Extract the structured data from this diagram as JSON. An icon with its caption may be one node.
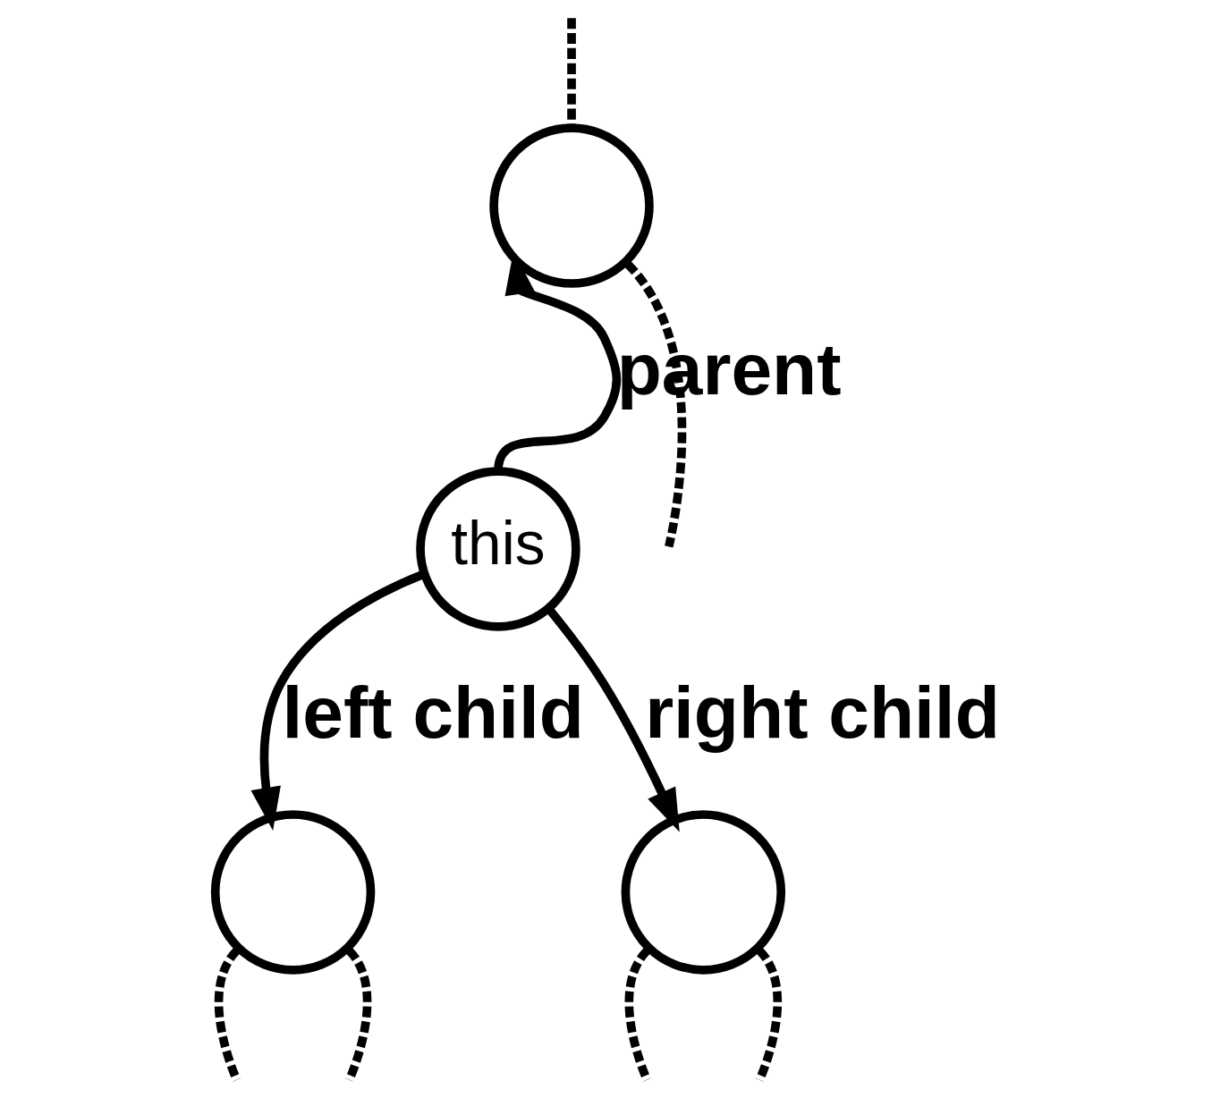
{
  "diagram": {
    "nodes": [
      {
        "text": [],
        "shape": "circle"
      },
      {
        "text": [
          "this"
        ]
      },
      {
        "text": [],
        "shape": "circle"
      },
      {
        "text": [],
        "shape": "circle"
      }
    ],
    "edges": [
      {
        "from": null,
        "to": 0,
        "arrow": "none",
        "style": "dashed"
      },
      {
        "from": 0,
        "to": null,
        "arrow": "none",
        "style": "dashed"
      },
      {
        "from": 1,
        "to": 0,
        "arrow": "to",
        "label": "parent"
      },
      {
        "from": 1,
        "to": 2,
        "arrow": "to",
        "label": "left child"
      },
      {
        "from": 1,
        "to": 3,
        "arrow": "to",
        "label": "right child"
      },
      {
        "from": 2,
        "to": null,
        "arrow": "none",
        "style": "dashed"
      },
      {
        "from": 2,
        "to": null,
        "arrow": "none",
        "style": "dashed"
      },
      {
        "from": 3,
        "to": null,
        "arrow": "none",
        "style": "dashed"
      },
      {
        "from": 3,
        "to": null,
        "arrow": "none",
        "style": "dashed"
      }
    ]
  }
}
